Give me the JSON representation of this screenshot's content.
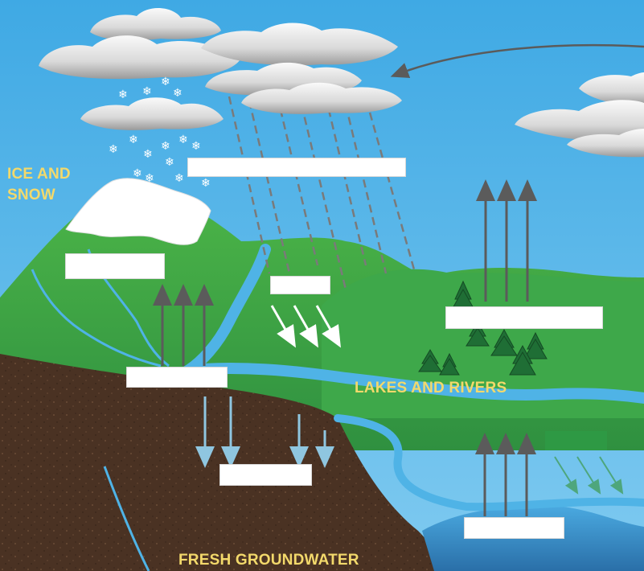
{
  "labels": {
    "ice_and_snow": "ICE AND SNOW",
    "lakes_and_rivers": "LAKES AND RIVERS",
    "fresh_groundwater": "FRESH GROUNDWATER"
  },
  "blank_boxes": {
    "precipitation": "",
    "sublimation": "",
    "surface_runoff": "",
    "transpiration": "",
    "evaporation_land": "",
    "infiltration": "",
    "evaporation_ocean": ""
  },
  "colors": {
    "sky": "#5cb8e8",
    "hill": "#3aa347",
    "soil": "#4a3223",
    "water": "#4fb3e6",
    "label": "#f3d96b",
    "arrow": "#5b5b5b"
  }
}
